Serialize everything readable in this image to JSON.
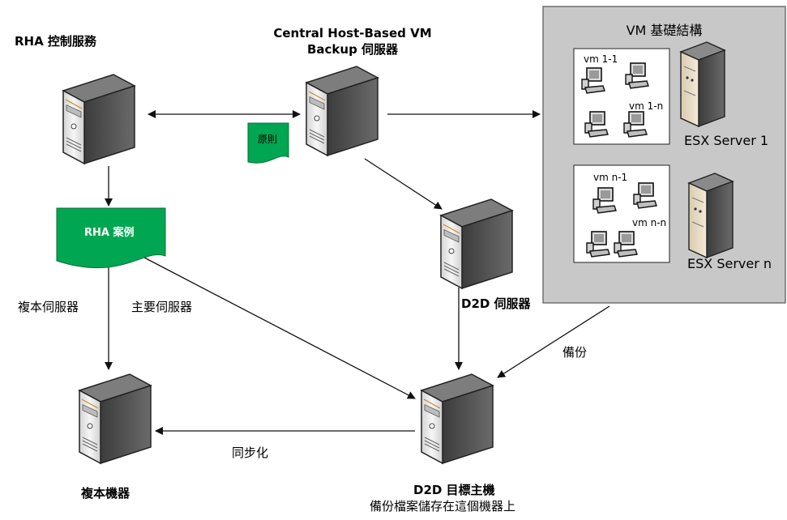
{
  "labels": {
    "rha_control": "RHA 控制服務",
    "central_line1": "Central Host-Based VM",
    "central_line2": "Backup 伺服器",
    "vm_infra": "VM 基礎結構",
    "esx1": "ESX Server 1",
    "esxn": "ESX Server n",
    "vm11": "vm 1-1",
    "vm1n": "vm 1-n",
    "vmn1": "vm n-1",
    "vmnn": "vm n-n",
    "policy": "原則",
    "rha_scenario": "RHA 案例",
    "d2d_server": "D2D 伺服器",
    "replica_server": "複本伺服器",
    "master_server": "主要伺服器",
    "backup": "備份",
    "sync": "同步化",
    "replica_machine": "複本機器",
    "d2d_target": "D2D 目標主機",
    "d2d_target_note": "備份檔案儲存在這個機器上"
  },
  "colors": {
    "server_body": "#5b5b5b",
    "server_front": "#e8e8e8",
    "doc_green": "#00a651",
    "infra_bg": "#c8c8c8",
    "arrow": "#333333"
  },
  "icons": [
    "server-icon",
    "document-icon",
    "workstation-icon",
    "esx-server-icon"
  ]
}
